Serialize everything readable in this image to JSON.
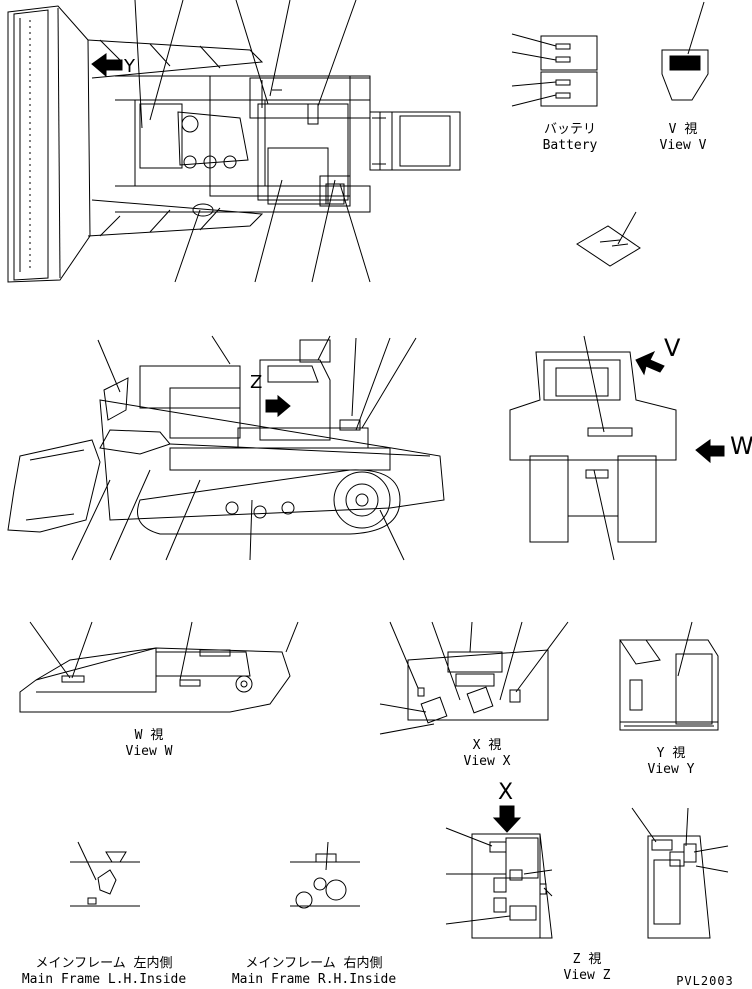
{
  "views": {
    "battery": {
      "jp": "バッテリ",
      "en": "Battery"
    },
    "view_v": {
      "jp": "V  視",
      "en": "View V"
    },
    "view_w": {
      "jp": "W  視",
      "en": "View W"
    },
    "view_x": {
      "jp": "X  視",
      "en": "View X"
    },
    "view_y": {
      "jp": "Y  視",
      "en": "View Y"
    },
    "view_z": {
      "jp": "Z  視",
      "en": "View Z"
    },
    "frame_lh": {
      "jp": "メインフレーム 左内側",
      "en": "Main Frame L.H.Inside"
    },
    "frame_rh": {
      "jp": "メインフレーム 右内側",
      "en": "Main Frame R.H.Inside"
    }
  },
  "markers": {
    "v": "V",
    "w": "W",
    "x": "X",
    "y": "Y",
    "z": "Z"
  },
  "drawing_code": "PVL2003"
}
